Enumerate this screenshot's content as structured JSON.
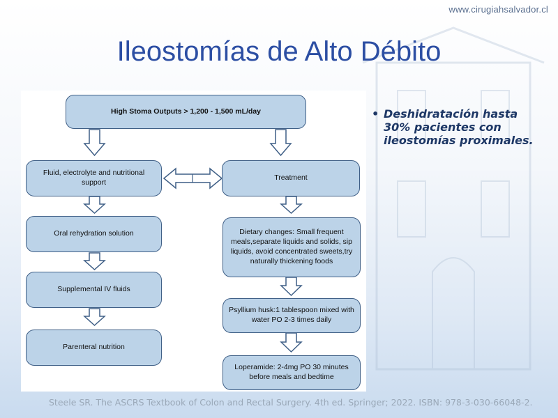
{
  "header": {
    "site_url": "www.cirugiahsalvador.cl"
  },
  "slide": {
    "title": "Ileostomías de Alto Débito"
  },
  "flowchart": {
    "top": "High Stoma Outputs > 1,200 - 1,500 mL/day",
    "left_branch": [
      "Fluid, electrolyte and nutritional support",
      "Oral rehydration solution",
      "Supplemental IV fluids",
      "Parenteral nutrition"
    ],
    "right_branch": [
      "Treatment",
      "Dietary changes: Small frequent meals,separate liquids and solids, sip liquids, avoid concentrated sweets,try naturally thickening foods",
      "Psyllium husk:1 tablespoon mixed with water PO 2-3 times daily",
      "Loperamide: 2-4mg PO 30 minutes before meals and bedtime"
    ]
  },
  "bullets": [
    {
      "icon": "bullet-dot",
      "text": "Deshidratación hasta 30% pacientes con ileostomías proximales."
    }
  ],
  "footer": {
    "citation": "Steele SR. The ASCRS Textbook of Colon and Rectal Surgery. 4th ed. Springer; 2022. ISBN: 978-3-030-66048-2."
  },
  "colors": {
    "title": "#2c4ea3",
    "box_fill": "#bcd3e8",
    "box_border": "#3f5f86",
    "bullet_text": "#1e3866",
    "citation": "#9aa8b8"
  }
}
